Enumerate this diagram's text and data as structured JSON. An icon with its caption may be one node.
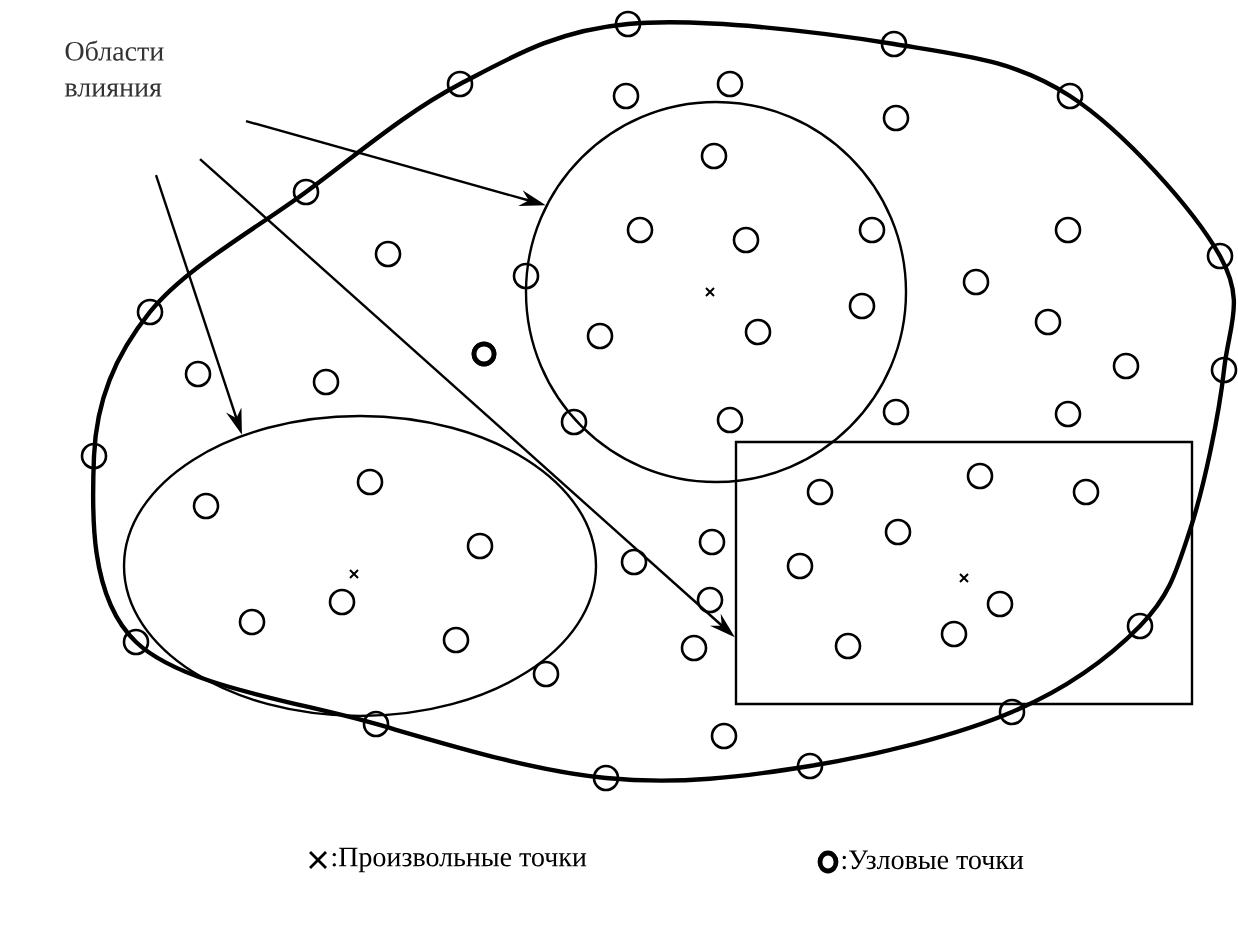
{
  "diagram": {
    "nodes": [
      {
        "text": [
          "Области влияния"
        ]
      },
      {
        "text": [],
        "shape": "circle"
      },
      {
        "text": [],
        "shape": "ellipse"
      },
      {
        "text": [],
        "shape": "box"
      }
    ],
    "edges": [
      {
        "from": 0,
        "to": 1,
        "arrow": "to"
      },
      {
        "from": 0,
        "to": 2,
        "arrow": "to"
      },
      {
        "from": 0,
        "to": 3,
        "arrow": "to"
      }
    ],
    "legend": [
      {
        "text": ":Произвольные точки"
      },
      {
        "text": ":Узловые точки"
      }
    ]
  }
}
